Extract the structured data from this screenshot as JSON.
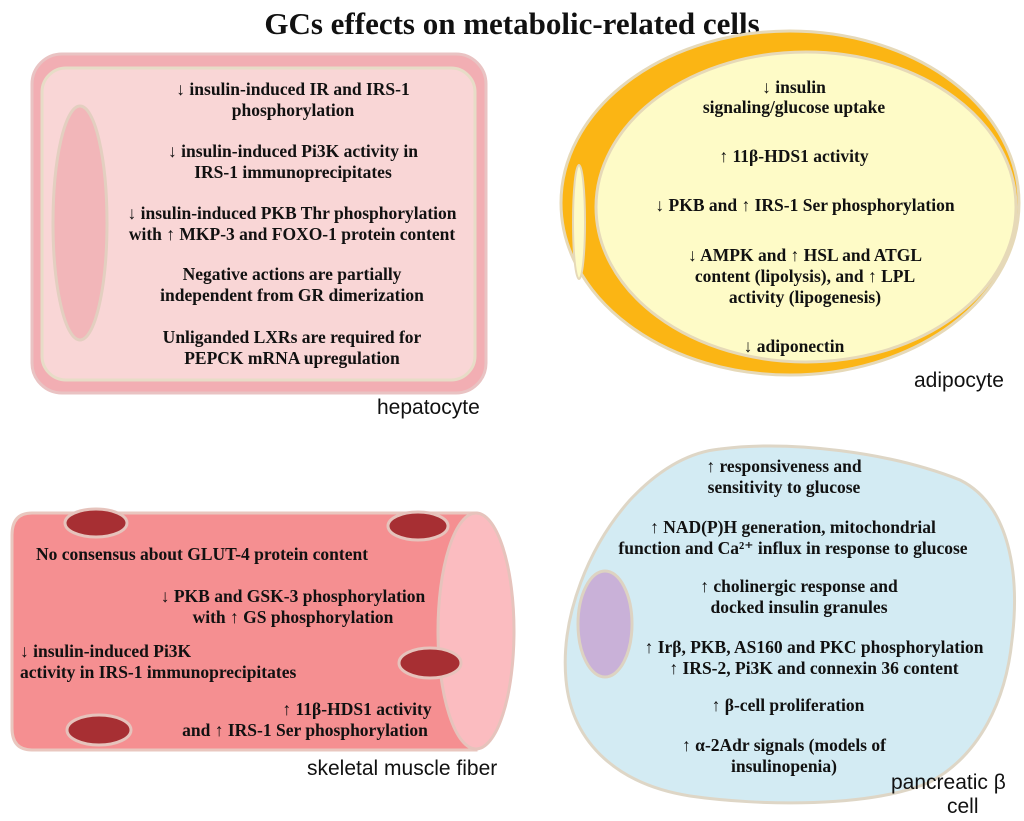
{
  "title": "GCs effects on metabolic-related cells",
  "hepatocyte": {
    "label": "hepatocyte",
    "lines": [
      "↓ insulin-induced IR and IRS-1",
      "phosphorylation",
      "↓ insulin-induced Pi3K activity in",
      "IRS-1 immunoprecipitates",
      "↓ insulin-induced PKB Thr phosphorylation",
      "with ↑ MKP-3 and FOXO-1 protein content",
      "Negative actions are partially",
      "independent from GR dimerization",
      "Unliganded LXRs are required for",
      "PEPCK mRNA upregulation"
    ]
  },
  "adipocyte": {
    "label": "adipocyte",
    "lines": [
      "↓ insulin",
      "signaling/glucose uptake",
      "↑ 11β-HDS1 activity",
      "↓ PKB and ↑ IRS-1 Ser phosphorylation",
      "↓ AMPK and ↑ HSL and ATGL",
      "content (lipolysis), and ↑  LPL",
      "activity (lipogenesis)",
      "↓ adiponectin"
    ]
  },
  "muscle": {
    "label": "skeletal muscle fiber",
    "lines": [
      "No consensus about GLUT-4 protein content",
      "↓ PKB and GSK-3 phosphorylation",
      "with ↑ GS phosphorylation",
      "↓ insulin-induced Pi3K",
      "activity in IRS-1 immunoprecipitates",
      "↑ 11β-HDS1 activity",
      "and ↑ IRS-1 Ser phosphorylation"
    ]
  },
  "beta": {
    "label_line1": "pancreatic β",
    "label_line2": "cell",
    "lines": [
      "↑  responsiveness and",
      "sensitivity to glucose",
      "↑  NAD(P)H generation, mitochondrial",
      "function and Ca²⁺ influx in response to glucose",
      "↑  cholinergic response and",
      "docked insulin granules",
      "↑  Irβ, PKB, AS160 and PKC phosphorylation",
      "↑ IRS-2, Pi3K and connexin 36 content",
      "↑ β-cell proliferation",
      "↑  α-2Adr signals (models of",
      "insulinopenia)"
    ]
  },
  "colors": {
    "hepatocyte_outer": "#f2aeb3",
    "hepatocyte_inner": "#f9d6d6",
    "adipocyte_ring": "#fbb514",
    "adipocyte_inner": "#fefbc7",
    "muscle_body": "#f58f91",
    "muscle_end": "#fbbcc0",
    "muscle_nucleus": "#a72f33",
    "beta_cell": "#d3ebf3",
    "beta_nucleus": "#c9b1d8"
  }
}
